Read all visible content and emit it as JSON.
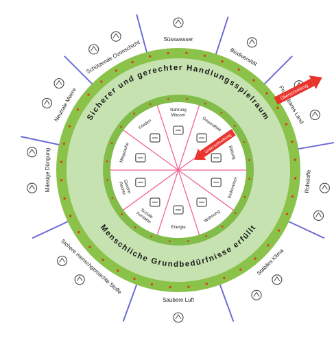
{
  "outer_labels": [
    {
      "text": "Süsswasser",
      "angle": 0
    },
    {
      "text": "Biodiversität",
      "angle": 30
    },
    {
      "text": "Fruchtbares Land",
      "angle": 60
    },
    {
      "text": "Rohstoffe",
      "angle": 95
    },
    {
      "text": "Stabiles Klima",
      "angle": 135
    },
    {
      "text": "Saubere Luft",
      "angle": 180
    },
    {
      "text": "Sichere menschgemachte Stoffe",
      "angle": 222
    },
    {
      "text": "Mässige Düngung",
      "angle": 270
    },
    {
      "text": "Neutrale Meere",
      "angle": 300
    },
    {
      "text": "Schützende Ozonschicht",
      "angle": 330
    }
  ],
  "outer_icons": [
    {
      "icon": "faucet-icon",
      "angle": 0
    },
    {
      "icon": "koala-icon",
      "angle": 30
    },
    {
      "icon": "tree-icon",
      "angle": 55
    },
    {
      "icon": "building-icon",
      "angle": 68
    },
    {
      "icon": "brick-icon",
      "angle": 97
    },
    {
      "icon": "mine-cart-icon",
      "angle": 108
    },
    {
      "icon": "thermometer-icon",
      "angle": 138
    },
    {
      "icon": "globe-icon",
      "angle": 148
    },
    {
      "icon": "factory-icon",
      "angle": 180
    },
    {
      "icon": "washing-machine-icon",
      "angle": 222
    },
    {
      "icon": "radiation-icon",
      "angle": 232
    },
    {
      "icon": "compost-bin-icon",
      "angle": 263
    },
    {
      "icon": "seaweed-icon",
      "angle": 277
    },
    {
      "icon": "wave-icon",
      "angle": 297
    },
    {
      "icon": "shell-icon",
      "angle": 306
    },
    {
      "icon": "sun-icon",
      "angle": 325
    },
    {
      "icon": "umbrella-icon",
      "angle": 335
    }
  ],
  "band_titles": {
    "top": "Sicherer und gerechter Handlungsspielraum",
    "bottom": "Menschliche Grundbedürfnisse erfüllt"
  },
  "inner_segments": [
    {
      "text": "Nahrung Wasser",
      "icon": "plate-cutlery-icon"
    },
    {
      "text": "Gesundheit",
      "icon": "doctor-icon"
    },
    {
      "text": "Bildung",
      "icon": "pencil-icon"
    },
    {
      "text": "Einkommen",
      "icon": "coins-icon"
    },
    {
      "text": "Wohnung",
      "icon": "sofa-icon"
    },
    {
      "text": "Energie",
      "icon": "leaf-bulb-icon"
    },
    {
      "text": "Soziale Kontakte",
      "icon": "photo-icon"
    },
    {
      "text": "Gleiche Rechte",
      "icon": "scales-icon"
    },
    {
      "text": "Mitsprache",
      "icon": "speech-icon"
    },
    {
      "text": "Frieden",
      "icon": "handshake-icon"
    }
  ],
  "arrows": {
    "overshoot": "Überschreitung",
    "shortfall": "Unterschreitung"
  },
  "colors": {
    "green_ring": "#8bc34a",
    "light_band": "#c6e2b0",
    "inner_ring": "#82bd4a",
    "spoke": "#f06292",
    "boundary": "#6b6bd6",
    "arrow": "#e8342c"
  }
}
